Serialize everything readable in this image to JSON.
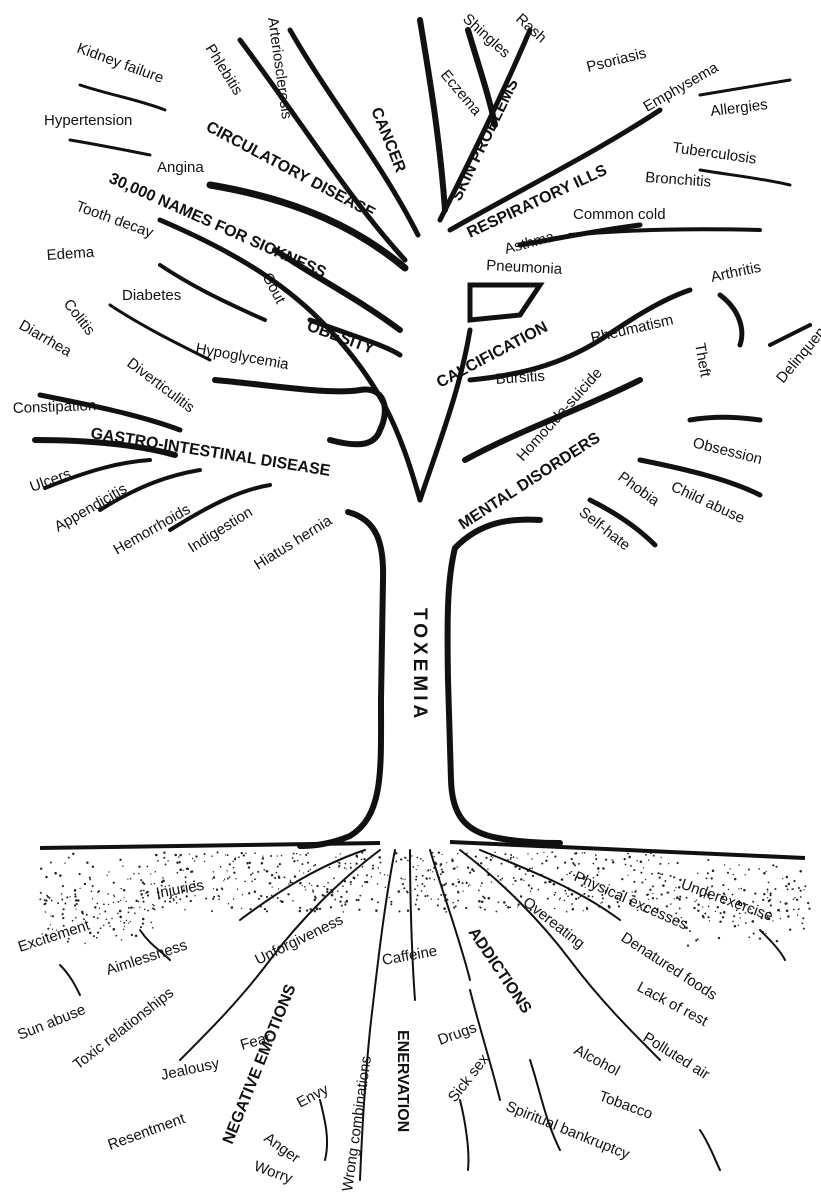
{
  "trunk_label": "TOXEMIA",
  "branches": {
    "circulatory_disease": "CIRCULATORY DISEASE",
    "cancer": "CANCER",
    "skin_problems": "SKIN PROBLEMS",
    "respiratory_ills": "RESPIRATORY ILLS",
    "names_for_sickness": "30,000 NAMES FOR SICKNESS",
    "obesity": "OBESITY",
    "calcification": "CALCIFICATION",
    "gastro_intestinal": "GASTRO-INTESTINAL DISEASE",
    "mental_disorders": "MENTAL DISORDERS"
  },
  "leaves": {
    "kidney_failure": "Kidney failure",
    "phlebitis": "Phlebitis",
    "arteriosclerosis": "Arteriosclerosis",
    "shingles": "Shingles",
    "rash": "Rash",
    "psoriasis": "Psoriasis",
    "eczema": "Eczema",
    "emphysema": "Emphysema",
    "allergies": "Allergies",
    "hypertension": "Hypertension",
    "tuberculosis": "Tuberculosis",
    "angina": "Angina",
    "bronchitis": "Bronchitis",
    "common_cold": "Common cold",
    "tooth_decay": "Tooth decay",
    "edema": "Edema",
    "asthma": "Asthma",
    "gout": "Gout",
    "pneumonia": "Pneumonia",
    "arthritis": "Arthritis",
    "diabetes": "Diabetes",
    "rheumatism": "Rheumatism",
    "colitis": "Colitis",
    "delinquency": "Delinquency",
    "theft": "Theft",
    "hypoglycemia": "Hypoglycemia",
    "diarrhea": "Diarrhea",
    "diverticulitis": "Diverticulitis",
    "bursitis": "Bursitis",
    "homocide_suicide": "Homocide-suicide",
    "constipation": "Constipation",
    "obsession": "Obsession",
    "ulcers": "Ulcers",
    "appendicitis": "Appendicitis",
    "phobia": "Phobia",
    "child_abuse": "Child abuse",
    "hemorrhoids": "Hemorrhoids",
    "indigestion": "Indigestion",
    "self_hate": "Self-hate",
    "hiatus_hernia": "Hiatus hernia"
  },
  "roots": {
    "injuries": "Injuries",
    "physical_excesses": "Physical excesses",
    "underexercise": "Underexercise",
    "excitement": "Excitement",
    "aimlessness": "Aimlessness",
    "unforgiveness": "Unforgiveness",
    "overeating": "Overeating",
    "denatured_foods": "Denatured foods",
    "sun_abuse": "Sun abuse",
    "toxic_relationships": "Toxic relationships",
    "caffeine": "Caffeine",
    "addictions": "ADDICTIONS",
    "negative_emotions": "NEGATIVE EMOTIONS",
    "fear": "Fear",
    "lack_of_rest": "Lack of rest",
    "jealousy": "Jealousy",
    "drugs": "Drugs",
    "wrong_combinations": "Wrong combinations",
    "polluted_air": "Polluted air",
    "alcohol": "Alcohol",
    "envy": "Envy",
    "enervation": "ENERVATION",
    "sick_sex": "Sick sex",
    "resentment": "Resentment",
    "tobacco": "Tobacco",
    "anger": "Anger",
    "worry": "Worry",
    "spiritual_bankruptcy": "Spiritual bankruptcy"
  }
}
